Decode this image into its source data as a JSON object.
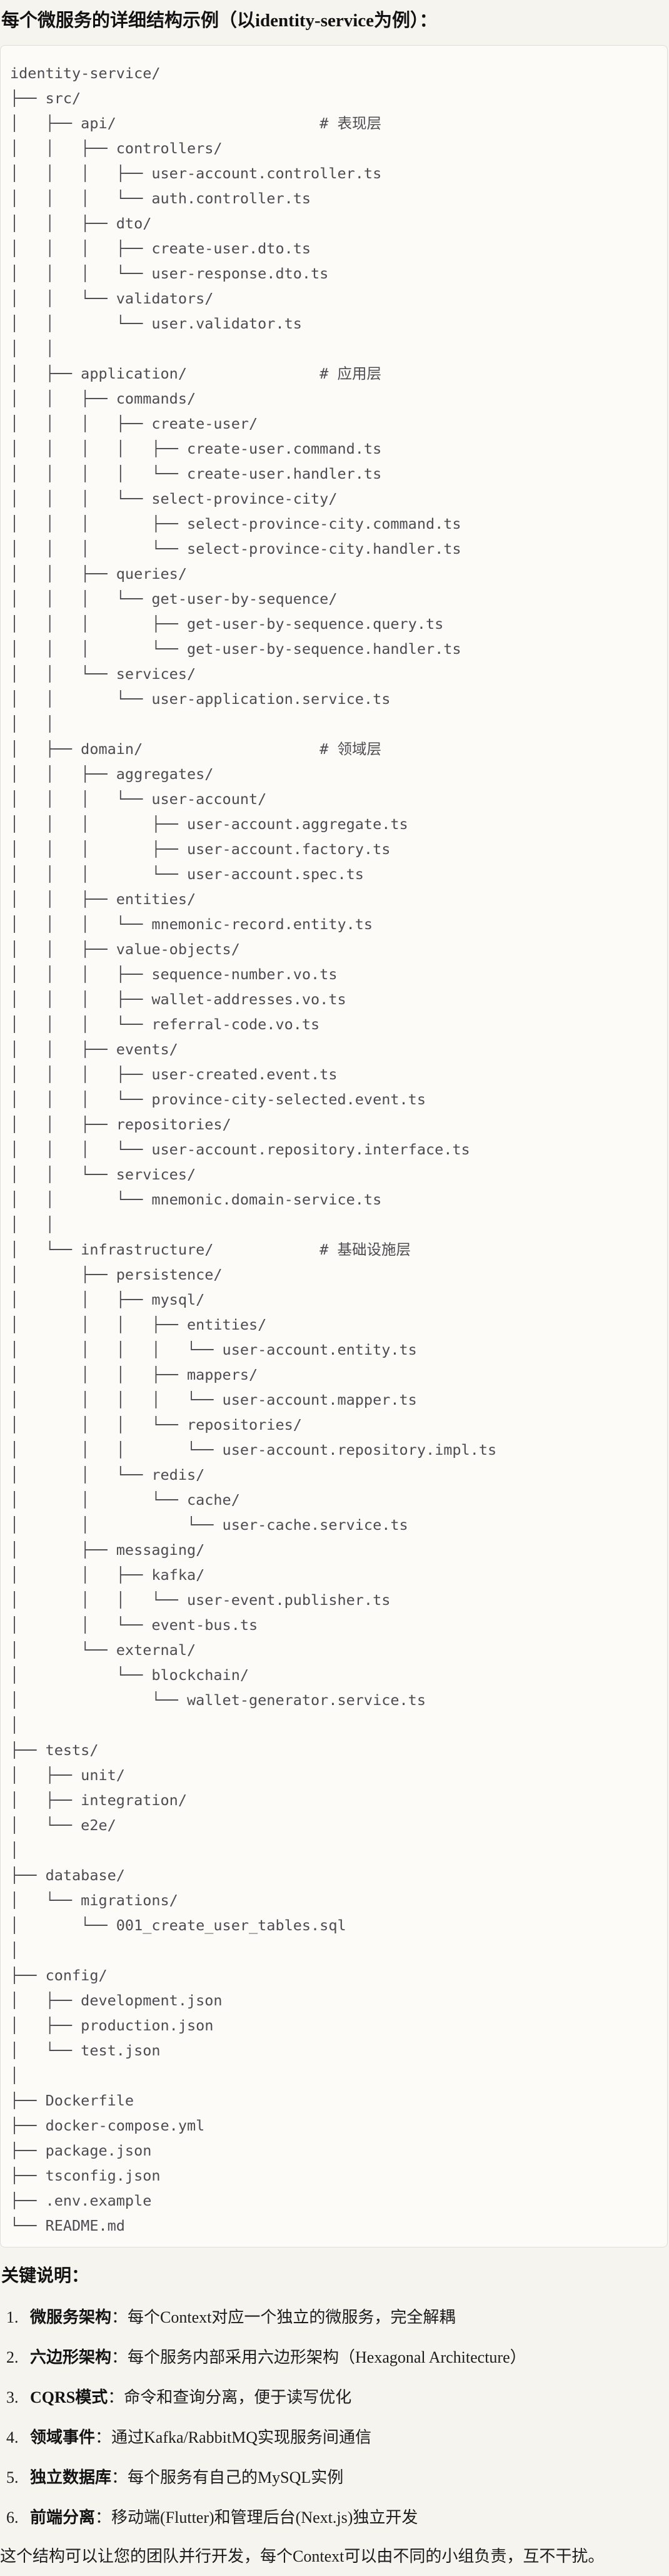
{
  "header": {
    "title": "每个微服务的详细结构示例（以identity-service为例）："
  },
  "code_block": {
    "tree_lines": [
      "identity-service/",
      "├── src/",
      "│   ├── api/                       # 表现层",
      "│   │   ├── controllers/",
      "│   │   │   ├── user-account.controller.ts",
      "│   │   │   └── auth.controller.ts",
      "│   │   ├── dto/",
      "│   │   │   ├── create-user.dto.ts",
      "│   │   │   └── user-response.dto.ts",
      "│   │   └── validators/",
      "│   │       └── user.validator.ts",
      "│   │",
      "│   ├── application/               # 应用层",
      "│   │   ├── commands/",
      "│   │   │   ├── create-user/",
      "│   │   │   │   ├── create-user.command.ts",
      "│   │   │   │   └── create-user.handler.ts",
      "│   │   │   └── select-province-city/",
      "│   │   │       ├── select-province-city.command.ts",
      "│   │   │       └── select-province-city.handler.ts",
      "│   │   ├── queries/",
      "│   │   │   └── get-user-by-sequence/",
      "│   │   │       ├── get-user-by-sequence.query.ts",
      "│   │   │       └── get-user-by-sequence.handler.ts",
      "│   │   └── services/",
      "│   │       └── user-application.service.ts",
      "│   │",
      "│   ├── domain/                    # 领域层",
      "│   │   ├── aggregates/",
      "│   │   │   └── user-account/",
      "│   │   │       ├── user-account.aggregate.ts",
      "│   │   │       ├── user-account.factory.ts",
      "│   │   │       └── user-account.spec.ts",
      "│   │   ├── entities/",
      "│   │   │   └── mnemonic-record.entity.ts",
      "│   │   ├── value-objects/",
      "│   │   │   ├── sequence-number.vo.ts",
      "│   │   │   ├── wallet-addresses.vo.ts",
      "│   │   │   └── referral-code.vo.ts",
      "│   │   ├── events/",
      "│   │   │   ├── user-created.event.ts",
      "│   │   │   └── province-city-selected.event.ts",
      "│   │   ├── repositories/",
      "│   │   │   └── user-account.repository.interface.ts",
      "│   │   └── services/",
      "│   │       └── mnemonic.domain-service.ts",
      "│   │",
      "│   └── infrastructure/            # 基础设施层",
      "│       ├── persistence/",
      "│       │   ├── mysql/",
      "│       │   │   ├── entities/",
      "│       │   │   │   └── user-account.entity.ts",
      "│       │   │   ├── mappers/",
      "│       │   │   │   └── user-account.mapper.ts",
      "│       │   │   └── repositories/",
      "│       │   │       └── user-account.repository.impl.ts",
      "│       │   └── redis/",
      "│       │       └── cache/",
      "│       │           └── user-cache.service.ts",
      "│       ├── messaging/",
      "│       │   ├── kafka/",
      "│       │   │   └── user-event.publisher.ts",
      "│       │   └── event-bus.ts",
      "│       └── external/",
      "│           └── blockchain/",
      "│               └── wallet-generator.service.ts",
      "│",
      "├── tests/",
      "│   ├── unit/",
      "│   ├── integration/",
      "│   └── e2e/",
      "│",
      "├── database/",
      "│   └── migrations/",
      "│       └── 001_create_user_tables.sql",
      "│",
      "├── config/",
      "│   ├── development.json",
      "│   ├── production.json",
      "│   └── test.json",
      "│",
      "├── Dockerfile",
      "├── docker-compose.yml",
      "├── package.json",
      "├── tsconfig.json",
      "├── .env.example",
      "└── README.md"
    ]
  },
  "notes": {
    "heading": "关键说明：",
    "items": [
      {
        "num": "1.",
        "label": "微服务架构",
        "text": "：每个Context对应一个独立的微服务，完全解耦"
      },
      {
        "num": "2.",
        "label": "六边形架构",
        "text": "：每个服务内部采用六边形架构（Hexagonal Architecture）"
      },
      {
        "num": "3.",
        "label": "CQRS模式",
        "text": "：命令和查询分离，便于读写优化"
      },
      {
        "num": "4.",
        "label": "领域事件",
        "text": "：通过Kafka/RabbitMQ实现服务间通信"
      },
      {
        "num": "5.",
        "label": "独立数据库",
        "text": "：每个服务有自己的MySQL实例"
      },
      {
        "num": "6.",
        "label": "前端分离",
        "text": "：移动端(Flutter)和管理后台(Next.js)独立开发"
      }
    ]
  },
  "footer": {
    "text": "这个结构可以让您的团队并行开发，每个Context可以由不同的小组负责，互不干扰。"
  },
  "colors": {
    "page_bg": "#F5F4EF",
    "code_bg": "#FCFBF8",
    "code_border": "#DEDDD7",
    "tree_text": "#4C4C52"
  }
}
